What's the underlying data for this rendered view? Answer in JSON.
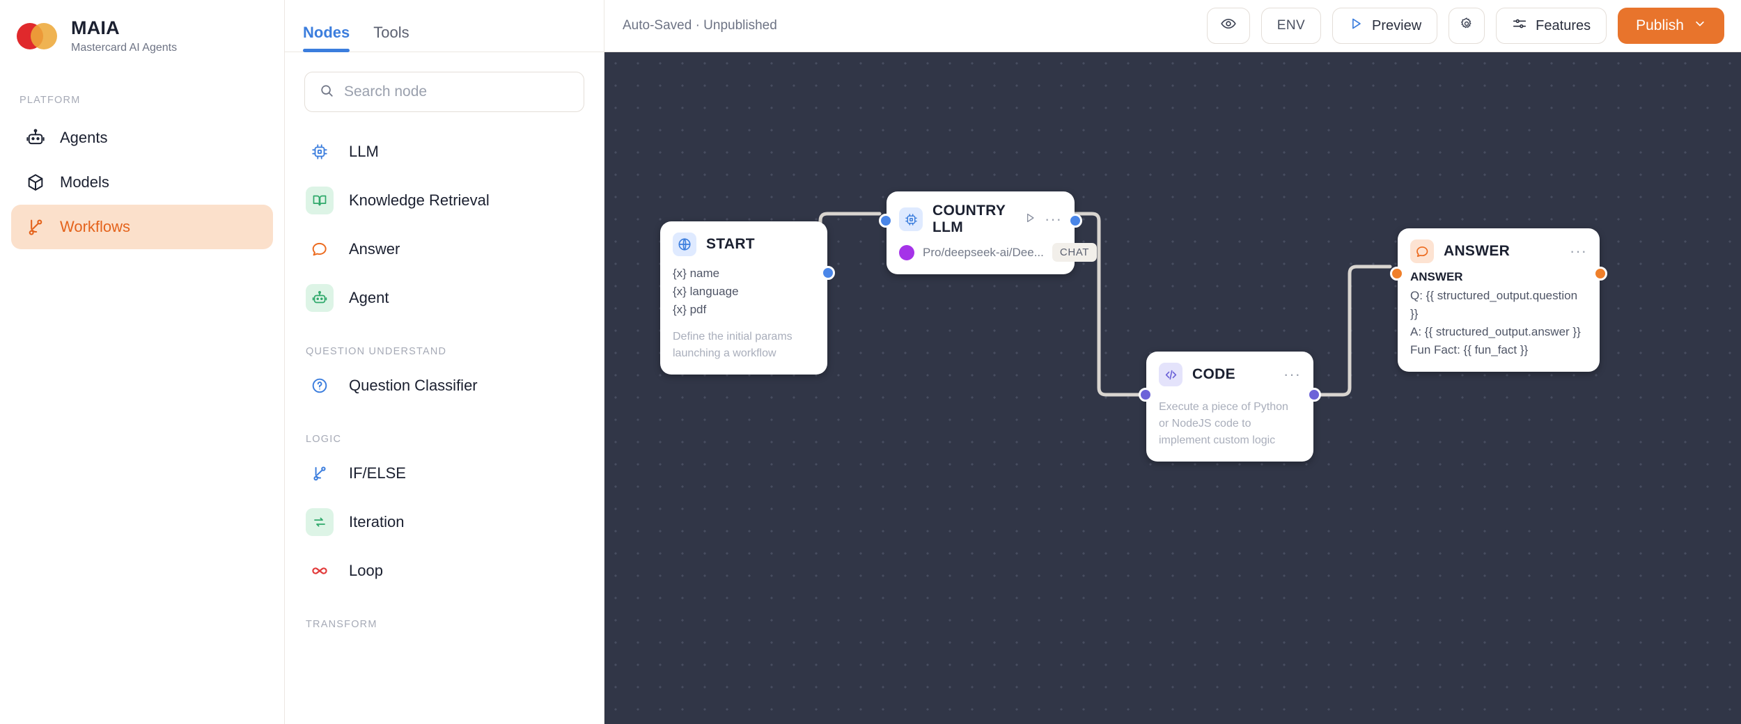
{
  "brand": {
    "title": "MAIA",
    "subtitle": "Mastercard AI Agents",
    "logo_red": "#e0292c",
    "logo_yellow": "#eda93a"
  },
  "sidebar": {
    "section_label": "PLATFORM",
    "items": [
      {
        "label": "Agents",
        "icon": "robot-icon",
        "active": false
      },
      {
        "label": "Models",
        "icon": "cube-icon",
        "active": false
      },
      {
        "label": "Workflows",
        "icon": "workflow-branch-icon",
        "active": true
      }
    ],
    "active_color": "#e4631c",
    "active_bg": "#fbe0cb"
  },
  "panel": {
    "tabs": [
      {
        "label": "Nodes",
        "active": true
      },
      {
        "label": "Tools",
        "active": false
      }
    ],
    "active_tab_color": "#3b7ddd",
    "search": {
      "placeholder": "Search node",
      "value": "",
      "icon": "search-icon"
    },
    "nodes": [
      {
        "label": "LLM",
        "icon": "chip-icon",
        "icon_style": "plain-blue"
      },
      {
        "label": "Knowledge Retrieval",
        "icon": "book-icon",
        "icon_style": "green"
      },
      {
        "label": "Answer",
        "icon": "chat-bubble-icon",
        "icon_style": "plain-orange"
      },
      {
        "label": "Agent",
        "icon": "robot-icon",
        "icon_style": "green"
      }
    ],
    "groups": [
      {
        "label": "QUESTION UNDERSTAND",
        "nodes": [
          {
            "label": "Question Classifier",
            "icon": "question-circle-icon",
            "icon_style": "plain-blue"
          }
        ]
      },
      {
        "label": "LOGIC",
        "nodes": [
          {
            "label": "IF/ELSE",
            "icon": "branch-icon",
            "icon_style": "plain-blue"
          },
          {
            "label": "Iteration",
            "icon": "loop-arrows-icon",
            "icon_style": "green"
          },
          {
            "label": "Loop",
            "icon": "infinity-icon",
            "icon_style": "plain-red"
          }
        ]
      },
      {
        "label": "TRANSFORM",
        "nodes": []
      }
    ]
  },
  "topbar": {
    "status": "Auto-Saved · Unpublished",
    "buttons": [
      {
        "name": "preview-eye",
        "label": "",
        "icon": "eye-icon"
      },
      {
        "name": "env",
        "label": "ENV",
        "icon": ""
      },
      {
        "name": "preview",
        "label": "Preview",
        "icon": "play-icon"
      },
      {
        "name": "settings",
        "label": "",
        "icon": "gear-icon"
      },
      {
        "name": "features",
        "label": "Features",
        "icon": "sliders-icon"
      }
    ],
    "publish": {
      "label": "Publish",
      "icon": "chevron-down-icon",
      "color": "#e8742c"
    }
  },
  "canvas": {
    "background": "#313647",
    "nodes": [
      {
        "id": "start",
        "title": "START",
        "icon": "globe-icon",
        "icon_style": "blue",
        "vars": [
          "{x} name",
          "{x} language",
          "{x} pdf"
        ],
        "description": "Define the initial params launching a workflow",
        "handle_color": "#4a86e8"
      },
      {
        "id": "country-llm",
        "title": "COUNTRY LLM",
        "icon": "chip-icon",
        "icon_style": "blue",
        "model": "Pro/deepseek-ai/Dee...",
        "badge": "CHAT",
        "controls": [
          "run-icon",
          "more-icon"
        ],
        "handle_color": "#4a86e8"
      },
      {
        "id": "code",
        "title": "CODE",
        "icon": "code-brackets-icon",
        "icon_style": "violet",
        "description": "Execute a piece of Python or NodeJS code to implement custom logic",
        "controls": [
          "more-icon"
        ],
        "handle_color": "#6c63d8"
      },
      {
        "id": "answer",
        "title": "ANSWER",
        "icon": "chat-bubble-icon",
        "icon_style": "orange",
        "section_label": "ANSWER",
        "lines": [
          "Q: {{ structured_output.question }}",
          "A: {{ structured_output.answer }}",
          "Fun Fact: {{ fun_fact }}"
        ],
        "controls": [
          "more-icon"
        ],
        "handle_color": "#ef7f2a"
      }
    ]
  }
}
